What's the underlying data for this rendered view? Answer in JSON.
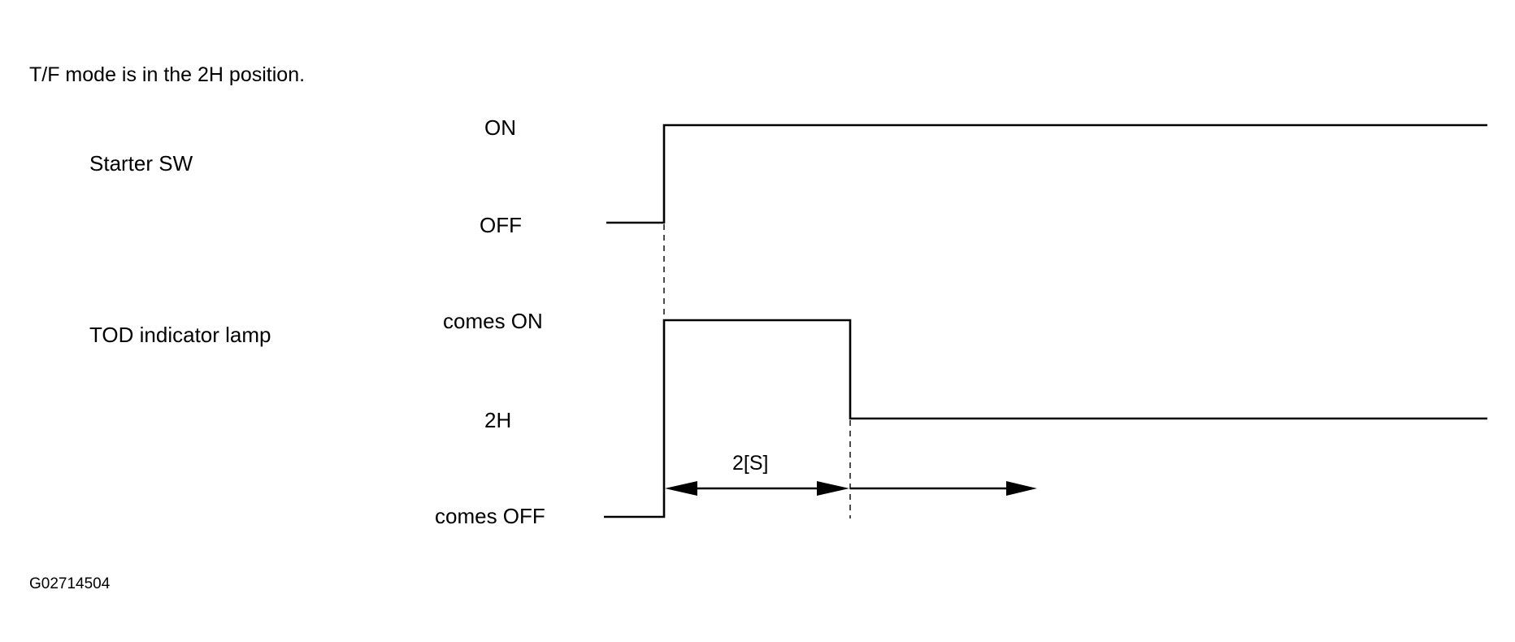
{
  "caption": "T/F mode is in the 2H position.",
  "figure_id": "G02714504",
  "signals": [
    {
      "name": "Starter SW",
      "levels": {
        "high": "ON",
        "low": "OFF"
      }
    },
    {
      "name": "TOD indicator lamp",
      "levels": {
        "high": "comes ON",
        "middle": "2H",
        "low": "comes OFF"
      }
    }
  ],
  "timing": {
    "duration_label": "2[S]"
  }
}
